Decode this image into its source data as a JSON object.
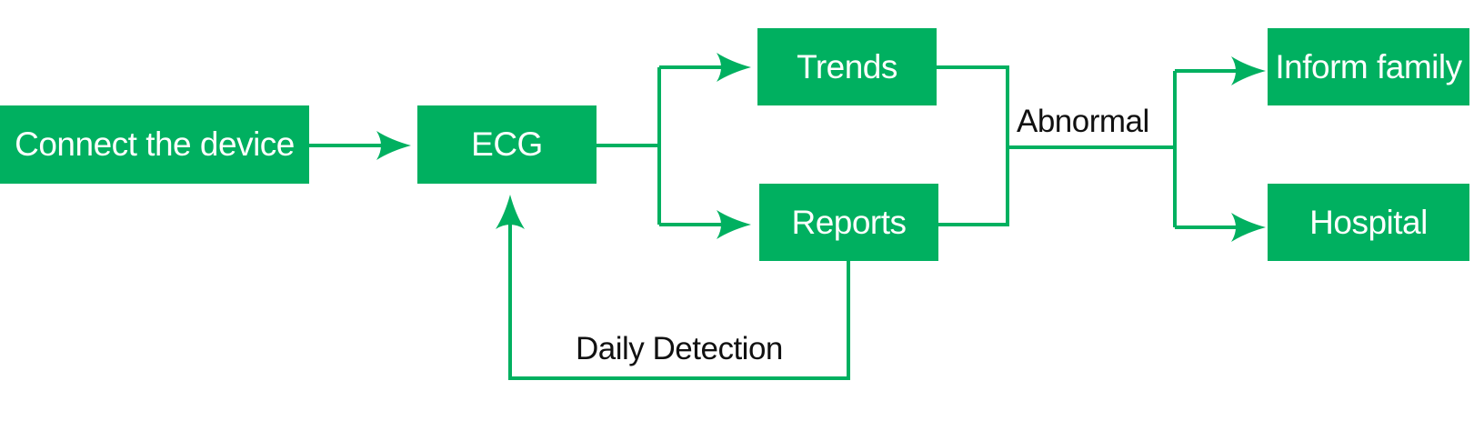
{
  "colors": {
    "node_fill": "#00b060",
    "connector": "#00b060",
    "node_text": "#ffffff",
    "label_text": "#111111"
  },
  "nodes": {
    "connect": "Connect the device",
    "ecg": "ECG",
    "trends": "Trends",
    "reports": "Reports",
    "inform_family": "Inform family",
    "hospital": "Hospital"
  },
  "edge_labels": {
    "abnormal": "Abnormal",
    "daily_detection": "Daily Detection"
  }
}
